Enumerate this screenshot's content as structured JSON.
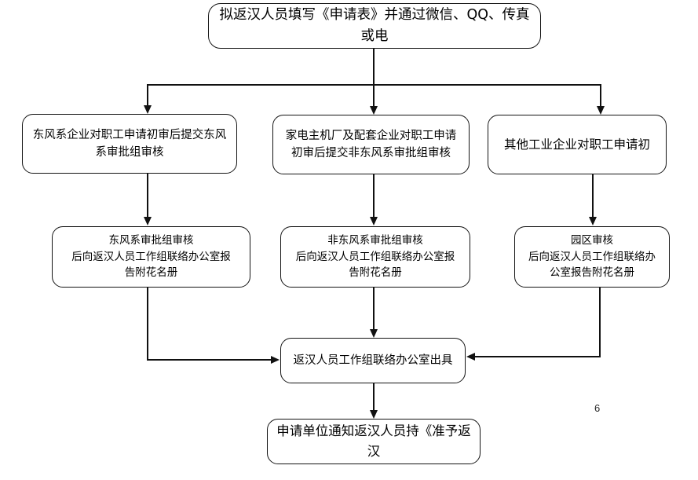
{
  "document": {
    "type": "flowchart",
    "page_number": "6",
    "colors": {
      "stroke": "#111111",
      "background": "#ffffff",
      "text": "#000000"
    }
  },
  "nodes": {
    "top": {
      "id": "apply-form",
      "text": "拟返汉人员填写《申请表》并通过微信、QQ、传真或电"
    },
    "row2": [
      {
        "id": "dongfeng-enterprise-review",
        "text": "东风系企业对职工申请初审后提交东风\n系审批组审核"
      },
      {
        "id": "appliance-oem-supplier-review",
        "text": "家电主机厂及配套企业对职工申请\n初审后提交非东风系审批组审核"
      },
      {
        "id": "other-industrial-enterprise-review",
        "text": "其他工业企业对职工申请初"
      }
    ],
    "row3": [
      {
        "id": "dongfeng-approval-group-report",
        "text": "东风系审批组审核\n后向返汉人员工作组联络办公室报\n告附花名册"
      },
      {
        "id": "non-dongfeng-approval-group-report",
        "text": "非东风系审批组审核\n后向返汉人员工作组联络办公室报\n告附花名册"
      },
      {
        "id": "park-approval-report",
        "text": "园区审核\n后向返汉人员工作组联络办\n公室报告附花名册"
      }
    ],
    "converge": {
      "id": "work-group-office-issue",
      "text": "返汉人员工作组联络办公室出具"
    },
    "final": {
      "id": "notify-applicant-unit",
      "text": "申请单位通知返汉人员持《准予返汉"
    }
  },
  "connectors": [
    {
      "id": "top-to-bus",
      "from": "apply-form",
      "to": "branch-bus",
      "kind": "vertical"
    },
    {
      "id": "bus-to-row2-left",
      "from": "branch-bus",
      "to": "dongfeng-enterprise-review",
      "kind": "elbow-arrow-down"
    },
    {
      "id": "bus-to-row2-mid",
      "from": "branch-bus",
      "to": "appliance-oem-supplier-review",
      "kind": "arrow-down"
    },
    {
      "id": "bus-to-row2-right",
      "from": "branch-bus",
      "to": "other-industrial-enterprise-review",
      "kind": "elbow-arrow-down"
    },
    {
      "id": "row2a-to-row3a",
      "from": "dongfeng-enterprise-review",
      "to": "dongfeng-approval-group-report",
      "kind": "arrow-down"
    },
    {
      "id": "row2b-to-row3b",
      "from": "appliance-oem-supplier-review",
      "to": "non-dongfeng-approval-group-report",
      "kind": "arrow-down"
    },
    {
      "id": "row2c-to-row3c",
      "from": "other-industrial-enterprise-review",
      "to": "park-approval-report",
      "kind": "arrow-down"
    },
    {
      "id": "row3a-to-converge",
      "from": "dongfeng-approval-group-report",
      "to": "work-group-office-issue",
      "kind": "elbow-arrow-right"
    },
    {
      "id": "row3b-to-converge",
      "from": "non-dongfeng-approval-group-report",
      "to": "work-group-office-issue",
      "kind": "arrow-down"
    },
    {
      "id": "row3c-to-converge",
      "from": "park-approval-report",
      "to": "work-group-office-issue",
      "kind": "elbow-arrow-left"
    },
    {
      "id": "converge-to-final",
      "from": "work-group-office-issue",
      "to": "notify-applicant-unit",
      "kind": "arrow-down"
    }
  ]
}
